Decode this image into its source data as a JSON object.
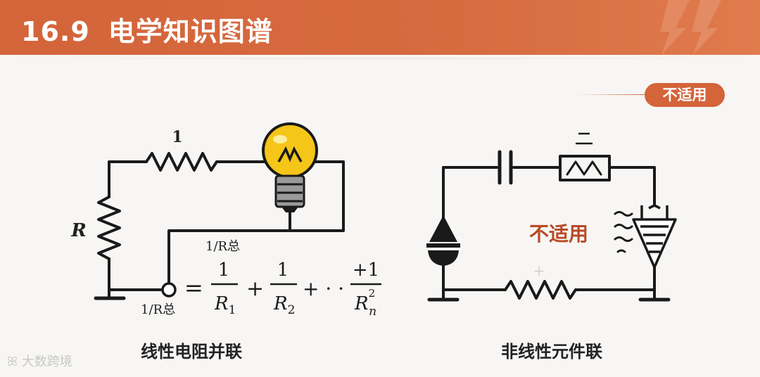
{
  "header": {
    "section_number": "16.9",
    "title": "电学知识图谱"
  },
  "badge": {
    "label": "不适用"
  },
  "left_circuit": {
    "resistor_top_label": "1",
    "resistor_left_label": "R",
    "node_label_right": "1/R总",
    "node_label_bottom": "1/R总",
    "equation": {
      "equals": "=",
      "t1_num": "1",
      "t1_den": "R",
      "t1_sub": "1",
      "plus": "+",
      "t2_num": "1",
      "t2_den": "R",
      "t2_sub": "2",
      "dots": "+ · ·",
      "t3_num": "+1",
      "t3_den": "R",
      "t3_sub": "n",
      "t3_sup": "2"
    },
    "caption": "线性电阻并联"
  },
  "right_circuit": {
    "center_label": "不适用",
    "small_mark": "+",
    "caption": "非线性元件联"
  },
  "watermark": "大数跨境",
  "colors": {
    "header": "#d4643a",
    "accent_text": "#b84a26",
    "bulb_yellow": "#f5c518",
    "wire": "#1a1a1a"
  }
}
